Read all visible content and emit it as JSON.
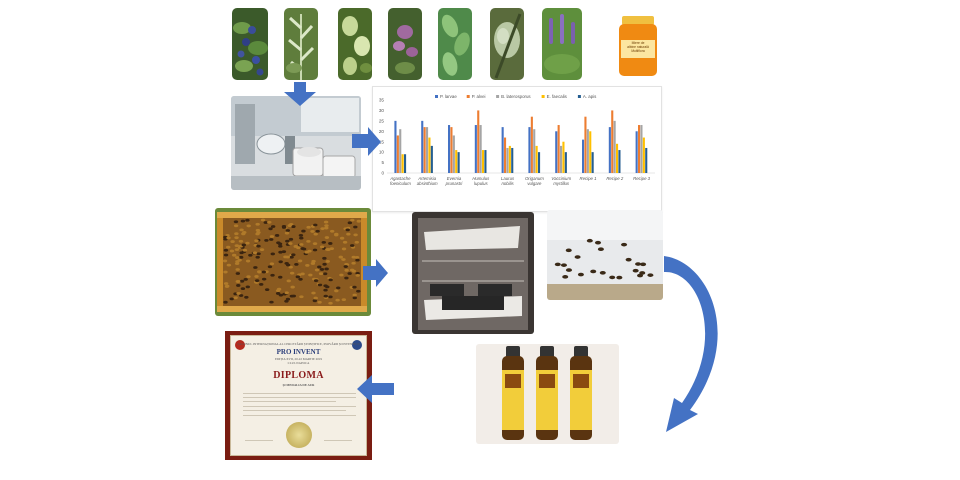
{
  "chart_data": {
    "type": "bar",
    "categories": [
      [
        "Agastache",
        "foeniculum"
      ],
      [
        "Artemisia",
        "absinthium"
      ],
      [
        "Evernia",
        "prunastri"
      ],
      [
        "Humulus",
        "lupulus"
      ],
      [
        "Laurus",
        "nobilis"
      ],
      [
        "Origanum",
        "vulgare"
      ],
      [
        "Vaccinium",
        "myrtillus"
      ],
      [
        "Recipe 1"
      ],
      [
        "Recipe 2"
      ],
      [
        "Recipe 3"
      ]
    ],
    "series": [
      {
        "name": "P. larvae",
        "color": "#4472c4",
        "values": [
          25,
          25,
          23,
          23,
          22,
          22,
          20,
          16,
          22,
          20
        ]
      },
      {
        "name": "P. alvei",
        "color": "#ed7d31",
        "values": [
          18,
          22,
          22,
          30,
          17,
          27,
          23,
          27,
          30,
          23
        ]
      },
      {
        "name": "B. laterosporus",
        "color": "#a5a5a5",
        "values": [
          21,
          22,
          18,
          23,
          12,
          21,
          13,
          21,
          25,
          23
        ]
      },
      {
        "name": "E. faecalis",
        "color": "#ffc000",
        "values": [
          9,
          17,
          11,
          11,
          13,
          13,
          15,
          20,
          14,
          17
        ]
      },
      {
        "name": "A. apis",
        "color": "#255e91",
        "values": [
          9,
          13,
          10,
          11,
          12,
          10,
          10,
          10,
          11,
          12
        ]
      }
    ],
    "ylim": [
      0,
      35
    ],
    "yticks": [
      0,
      5,
      10,
      15,
      20,
      25,
      30,
      35
    ],
    "grid": false,
    "legend": "top"
  },
  "jar": {
    "label_lines": [
      "Miere de",
      "albine naturală",
      "Multiflora"
    ]
  },
  "diploma": {
    "header": "SALONUL INTERNAȚIONAL AL CERCETĂRII ȘTIINȚIFICE, INOVĂRII ȘI INVENTICII",
    "brand": "PRO INVENT",
    "edition": "EDIȚIA XVII, 20-22 MARTIE 2019",
    "city": "CLUJ-NAPOCA",
    "title": "DIPLOMA",
    "award": "ȘI MEDALIA DE AUR"
  },
  "colors": {
    "arrow": "#4472c4"
  }
}
